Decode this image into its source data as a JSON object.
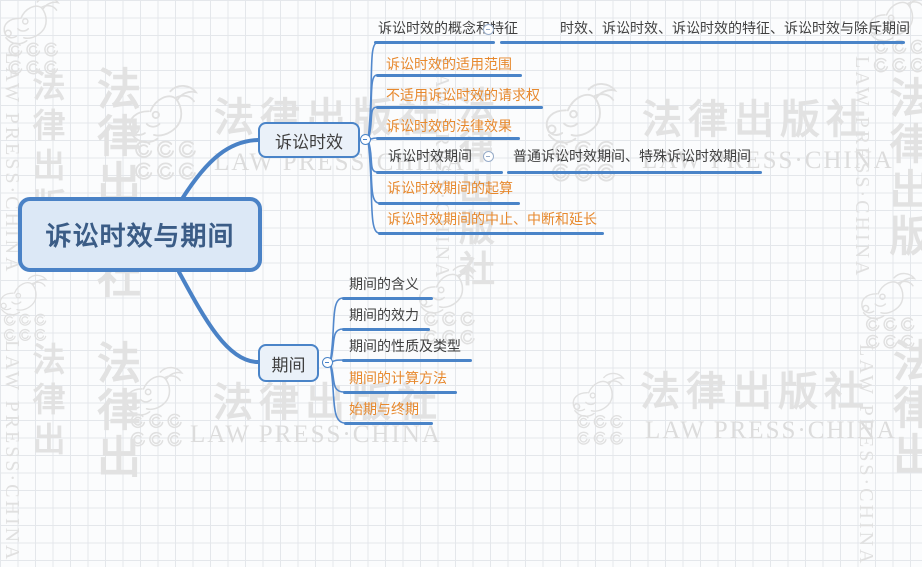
{
  "root": {
    "label": "诉讼时效与期间"
  },
  "branches": [
    {
      "label": "诉讼时效",
      "children": [
        {
          "label": "诉讼时效的概念和特征",
          "color": "black",
          "note": "时效、诉讼时效、诉讼时效的特征、诉讼时效与除斥期间"
        },
        {
          "label": "诉讼时效的适用范围",
          "color": "orange"
        },
        {
          "label": "不适用诉讼时效的请求权",
          "color": "orange"
        },
        {
          "label": "诉讼时效的法律效果",
          "color": "orange"
        },
        {
          "label": "诉讼时效期间",
          "color": "black",
          "note": "普通诉讼时效期间、特殊诉讼时效期间"
        },
        {
          "label": "诉讼时效期间的起算",
          "color": "orange"
        },
        {
          "label": "诉讼时效期间的中止、中断和延长",
          "color": "orange"
        }
      ]
    },
    {
      "label": "期间",
      "children": [
        {
          "label": "期间的含义",
          "color": "black"
        },
        {
          "label": "期间的效力",
          "color": "black"
        },
        {
          "label": "期间的性质及类型",
          "color": "black"
        },
        {
          "label": "期间的计算方法",
          "color": "orange"
        },
        {
          "label": "始期与终期",
          "color": "orange"
        }
      ]
    }
  ],
  "watermark": {
    "cn": "法律出版社",
    "cn_short": "法律出",
    "cn_mid": "法律出版",
    "en": "LAW PRESS·CHINA"
  },
  "colors": {
    "accent": "#4a84c8",
    "orange": "#e7892e",
    "text": "#3f3f3f",
    "root_text": "#3b5c86"
  }
}
